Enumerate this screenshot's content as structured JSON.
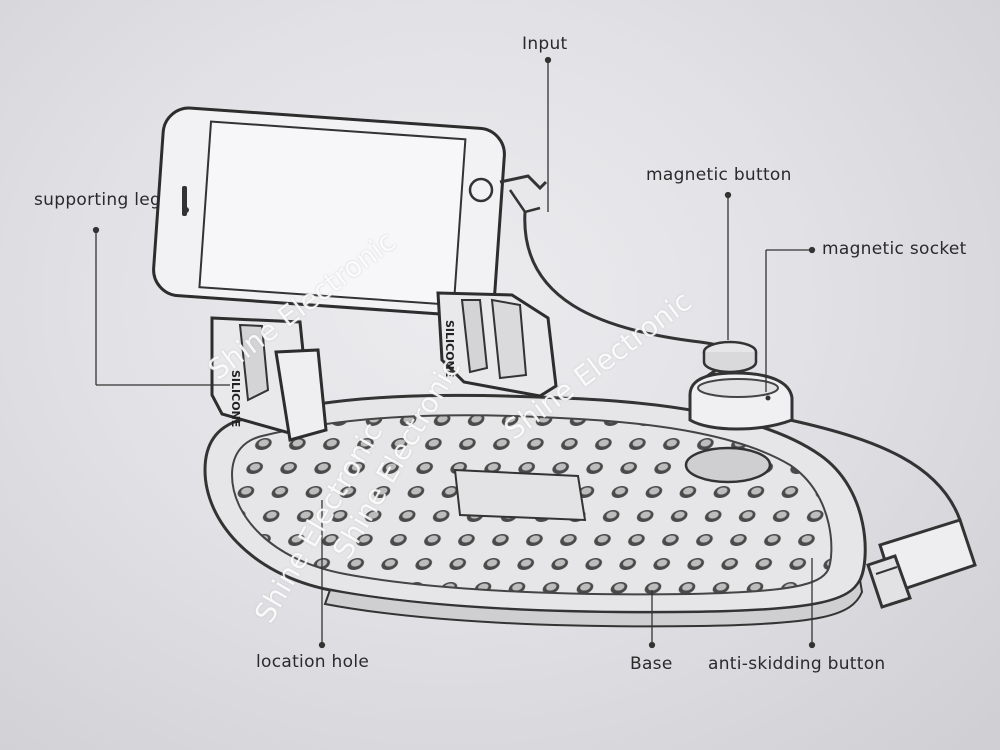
{
  "labels": {
    "input": "Input",
    "magnetic_button": "magnetic button",
    "magnetic_socket": "magnetic socket",
    "supporting_leg": "supporting leg",
    "location_hole": "location hole",
    "base": "Base",
    "anti_skidding_button": "anti-skidding button"
  },
  "leg_brand": "SILICONE",
  "watermarks": [
    "Shine Electronic",
    "Shine Electronic",
    "Shine Electronic",
    "Shine Electronic"
  ]
}
